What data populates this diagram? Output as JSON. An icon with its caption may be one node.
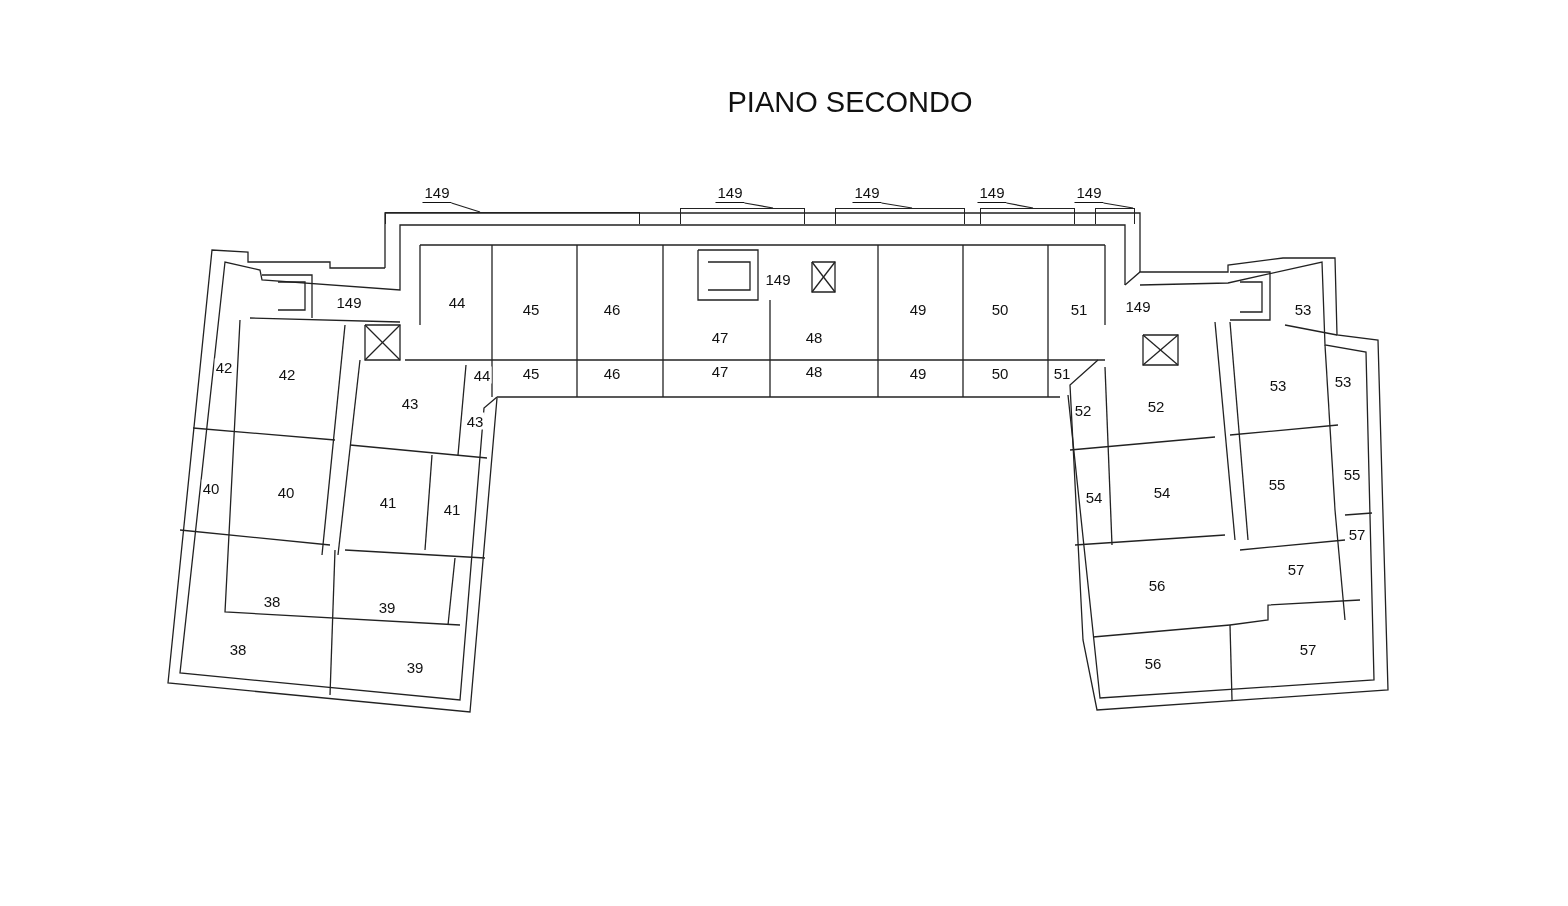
{
  "diagram": {
    "title": "PIANO SECONDO",
    "nodes": [
      {
        "text": [
          "149"
        ]
      },
      {
        "text": [
          "149"
        ]
      },
      {
        "text": [
          "149"
        ]
      },
      {
        "text": [
          "149"
        ]
      },
      {
        "text": [
          "149"
        ]
      },
      {
        "text": [],
        "shape": "box"
      },
      {
        "text": [],
        "shape": "box"
      },
      {
        "text": [],
        "shape": "box"
      },
      {
        "text": [],
        "shape": "box"
      },
      {
        "text": [],
        "shape": "box"
      }
    ],
    "edges": [
      {
        "from": 0,
        "to": 5,
        "arrow": "none"
      },
      {
        "from": 1,
        "to": 6,
        "arrow": "none"
      },
      {
        "from": 2,
        "to": 7,
        "arrow": "none"
      },
      {
        "from": 3,
        "to": 8,
        "arrow": "none"
      },
      {
        "from": 4,
        "to": 9,
        "arrow": "none"
      }
    ],
    "labels": [
      "149",
      "44",
      "45",
      "46",
      "149",
      "49",
      "50",
      "51",
      "149",
      "53",
      "47",
      "48",
      "42",
      "42",
      "44",
      "45",
      "46",
      "47",
      "48",
      "49",
      "50",
      "51",
      "53",
      "53",
      "43",
      "43",
      "52",
      "52",
      "40",
      "40",
      "41",
      "41",
      "54",
      "54",
      "55",
      "55",
      "57",
      "38",
      "39",
      "56",
      "57",
      "38",
      "39",
      "56",
      "57"
    ]
  }
}
